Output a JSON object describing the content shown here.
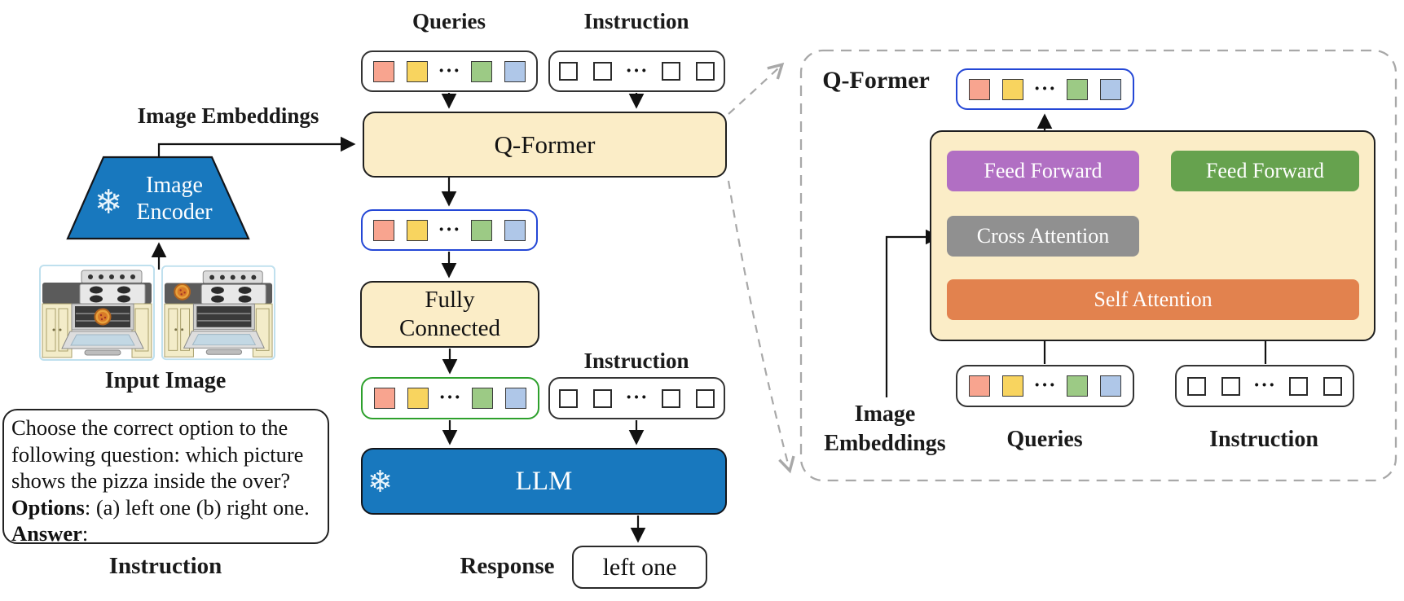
{
  "icons": {
    "snowflake": "❄"
  },
  "tokens": {
    "ellipsis": "···"
  },
  "colors": {
    "frozen_blue": "#1878BE",
    "block_cream": "#FBEDC7",
    "feed_forward_purple": "#B16FC3",
    "feed_forward_green": "#66A24E",
    "cross_attention_gray": "#909090",
    "self_attention_orange": "#E2824E",
    "query_token_colors": [
      "#F8A48F",
      "#F8D45F",
      "#9CCA85",
      "#AFC7E8"
    ],
    "query_row_border_blue": "#2447D6",
    "query_row_border_green": "#2DA02C",
    "dashed_panel_gray": "#A8A8A8"
  },
  "left": {
    "image_embeddings_label": "Image Embeddings",
    "encoder_line1": "Image",
    "encoder_line2": "Encoder",
    "input_image_label": "Input Image",
    "instruction_line1": "Choose the correct option to the",
    "instruction_line2": "following question: which picture",
    "instruction_line3": "shows the pizza inside the over?",
    "options_bold": "Options",
    "options_text": ": (a) left one (b) right one.",
    "answer_bold": "Answer",
    "answer_text": ":",
    "instruction_caption": "Instruction"
  },
  "middle": {
    "queries_label": "Queries",
    "instruction_label": "Instruction",
    "qformer_label": "Q-Former",
    "fc_line1": "Fully",
    "fc_line2": "Connected",
    "instruction_label2": "Instruction",
    "llm_label": "LLM",
    "response_label": "Response",
    "response_text": "left one"
  },
  "panel": {
    "title": "Q-Former",
    "ff_left": "Feed Forward",
    "ff_right": "Feed Forward",
    "cross_attention": "Cross Attention",
    "self_attention": "Self Attention",
    "img_emb_line1": "Image",
    "img_emb_line2": "Embeddings",
    "queries_label": "Queries",
    "instruction_label": "Instruction"
  }
}
